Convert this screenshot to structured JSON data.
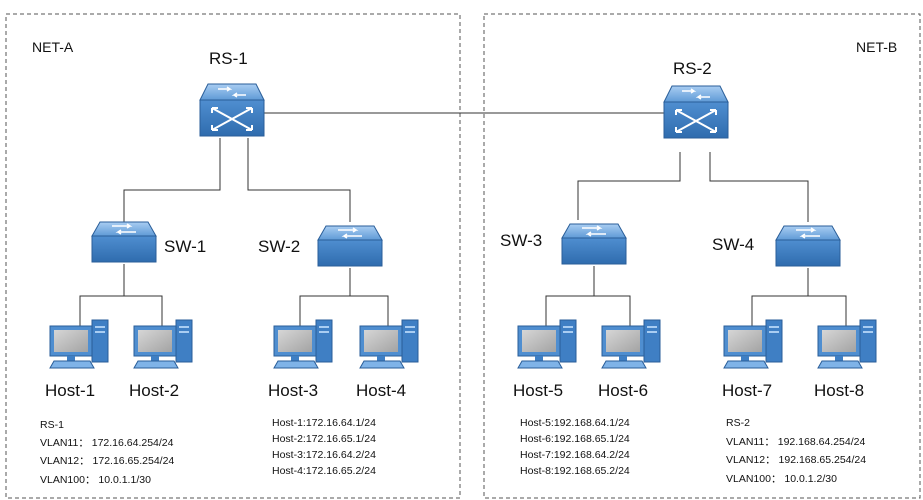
{
  "zones": {
    "net_a": "NET-A",
    "net_b": "NET-B"
  },
  "routers": {
    "rs1": "RS-1",
    "rs2": "RS-2"
  },
  "switches": {
    "sw1": "SW-1",
    "sw2": "SW-2",
    "sw3": "SW-3",
    "sw4": "SW-4"
  },
  "hosts": {
    "h1": "Host-1",
    "h2": "Host-2",
    "h3": "Host-3",
    "h4": "Host-4",
    "h5": "Host-5",
    "h6": "Host-6",
    "h7": "Host-7",
    "h8": "Host-8"
  },
  "notes": {
    "rs1": [
      "RS-1",
      "VLAN11：  172.16.64.254/24",
      "VLAN12：  172.16.65.254/24",
      "VLAN100：  10.0.1.1/30"
    ],
    "net_a_hosts": [
      "Host-1:172.16.64.1/24",
      "Host-2:172.16.65.1/24",
      "Host-3:172.16.64.2/24",
      "Host-4:172.16.65.2/24"
    ],
    "net_b_hosts": [
      "Host-5:192.168.64.1/24",
      "Host-6:192.168.65.1/24",
      "Host-7:192.168.64.2/24",
      "Host-8:192.168.65.2/24"
    ],
    "rs2": [
      "RS-2",
      "VLAN11：  192.168.64.254/24",
      "VLAN12：  192.168.65.254/24",
      "VLAN100：  10.0.1.2/30"
    ]
  },
  "colors": {
    "device_top": "#7fb3e8",
    "device_side": "#3f7fc4",
    "device_stroke": "#2a5e99",
    "monitor_screen": "#b9b9b9"
  }
}
